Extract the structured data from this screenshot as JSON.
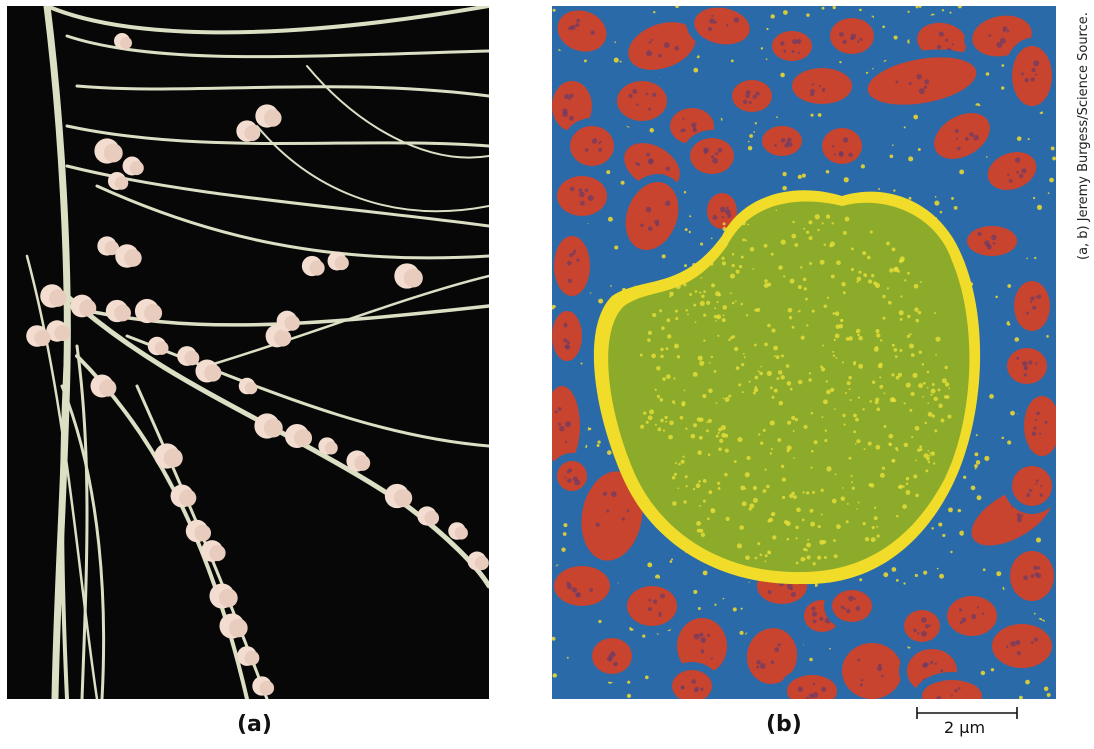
{
  "figure": {
    "panel_a_label": "(a)",
    "panel_b_label": "(b)",
    "scale_bar_text": "2 μm",
    "credit": "(a, b) Jeremy Burgess/Science Source."
  },
  "colors": {
    "background": "#ffffff",
    "photo_background": "#070707",
    "root": "#dcdfc4",
    "nodule": "#f2ddd0",
    "cell_blue": "#2a6aa8",
    "bacteroid_red": "#c8442e",
    "vesicle_green": "#8cab2a",
    "granule_yellow": "#f2dc2a"
  },
  "icons": {
    "panel_a": "root-nodules-photo",
    "panel_b": "bacteroid-micrograph"
  }
}
